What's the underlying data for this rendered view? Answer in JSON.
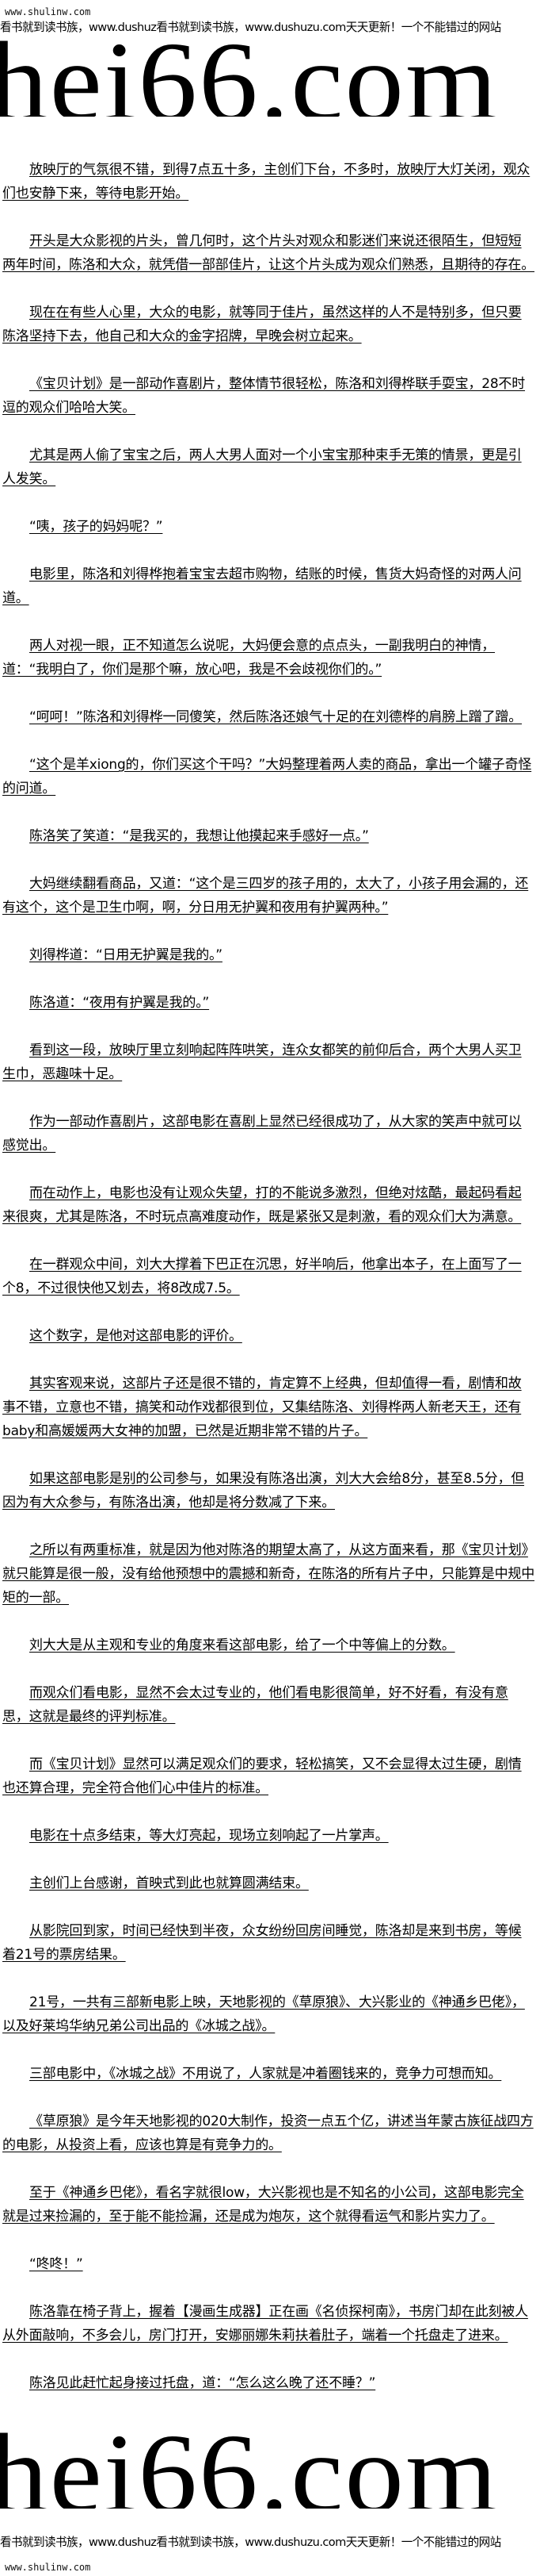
{
  "header": {
    "site_url": "www.shulinw.com",
    "banner": "看书就到读书族，www.dushuz看书就到读书族，www.dushuzu.com天天更新！一个不能错过的网站",
    "logo": "hei66.com"
  },
  "content": {
    "paragraphs": [
      "放映厅的气氛很不错，到得7点五十多，主创们下台，不多时，放映厅大灯关闭，观众们也安静下来，等待电影开始。",
      "开头是大众影视的片头，曾几何时，这个片头对观众和影迷们来说还很陌生，但短短两年时间，陈洛和大众，就凭借一部部佳片，让这个片头成为观众们熟悉，且期待的存在。",
      "现在在有些人心里，大众的电影，就等同于佳片，虽然这样的人不是特别多，但只要陈洛坚持下去，他自己和大众的金字招牌，早晚会树立起来。",
      "《宝贝计划》是一部动作喜剧片，整体情节很轻松，陈洛和刘得桦联手耍宝，28不时逗的观众们哈哈大笑。",
      "尤其是两人偷了宝宝之后，两人大男人面对一个小宝宝那种束手无策的情景，更是引人发笑。",
      "“咦，孩子的妈妈呢？”",
      "电影里，陈洛和刘得桦抱着宝宝去超市购物，结账的时候，售货大妈奇怪的对两人问道。",
      "两人对视一眼，正不知道怎么说呢，大妈便会意的点点头，一副我明白的神情，道：“我明白了，你们是那个嘛，放心吧，我是不会歧视你们的。”",
      "“呵呵！”陈洛和刘得桦一同傻笑，然后陈洛还娘气十足的在刘德桦的肩膀上蹭了蹭。",
      "“这个是羊xiong的，你们买这个干吗？”大妈整理着两人卖的商品，拿出一个罐子奇怪的问道。",
      "陈洛笑了笑道：“是我买的，我想让他摸起来手感好一点。”",
      "大妈继续翻看商品，又道：“这个是三四岁的孩子用的，太大了，小孩子用会漏的，还有这个，这个是卫生巾啊，啊，分日用无护翼和夜用有护翼两种。”",
      "刘得桦道：“日用无护翼是我的。”",
      "陈洛道：“夜用有护翼是我的。”",
      "看到这一段，放映厅里立刻响起阵阵哄笑，连众女都笑的前仰后合，两个大男人买卫生巾，恶趣味十足。",
      "作为一部动作喜剧片，这部电影在喜剧上显然已经很成功了，从大家的笑声中就可以感觉出。",
      "而在动作上，电影也没有让观众失望，打的不能说多激烈，但绝对炫酷，最起码看起来很爽，尤其是陈洛，不时玩点高难度动作，既是紧张又是刺激，看的观众们大为满意。",
      "在一群观众中间，刘大大撑着下巴正在沉思，好半响后，他拿出本子，在上面写了一个8，不过很快他又划去，将8改成7.5。",
      "这个数字，是他对这部电影的评价。",
      "其实客观来说，这部片子还是很不错的，肯定算不上经典，但却值得一看，剧情和故事不错，立意也不错，搞笑和动作戏都很到位，又集结陈洛、刘得桦两人新老天王，还有baby和高媛媛两大女神的加盟，已然是近期非常不错的片子。",
      "如果这部电影是别的公司参与，如果没有陈洛出演，刘大大会给8分，甚至8.5分，但因为有大众参与，有陈洛出演，他却是将分数减了下来。",
      "之所以有两重标准，就是因为他对陈洛的期望太高了，从这方面来看，那《宝贝计划》就只能算是很一般，没有给他预想中的震撼和新奇，在陈洛的所有片子中，只能算是中规中矩的一部。",
      "刘大大是从主观和专业的角度来看这部电影，给了一个中等偏上的分数。",
      "而观众们看电影，显然不会太过专业的，他们看电影很简单，好不好看，有没有意思，这就是最终的评判标准。",
      "而《宝贝计划》显然可以满足观众们的要求，轻松搞笑，又不会显得太过生硬，剧情也还算合理，完全符合他们心中佳片的标准。",
      "电影在十点多结束，等大灯亮起，现场立刻响起了一片掌声。",
      "主创们上台感谢，首映式到此也就算圆满结束。",
      "从影院回到家，时间已经快到半夜，众女纷纷回房间睡觉，陈洛却是来到书房，等候着21号的票房结果。",
      "21号，一共有三部新电影上映，天地影视的《草原狼》、大兴影业的《神通乡巴佬》，以及好莱坞华纳兄弟公司出品的《冰城之战》。",
      "三部电影中，《冰城之战》不用说了，人家就是冲着圈钱来的，竞争力可想而知。",
      "《草原狼》是今年天地影视的020大制作，投资一点五个亿，讲述当年蒙古族征战四方的电影，从投资上看，应该也算是有竞争力的。",
      "至于《神通乡巴佬》，看名字就很low，大兴影视也是不知名的小公司，这部电影完全就是过来捡漏的，至于能不能捡漏，还是成为炮灰，这个就得看运气和影片实力了。",
      "“咚咚！”",
      "陈洛靠在椅子背上，握着【漫画生成器】正在画《名侦探柯南》，书房门却在此刻被人从外面敲响，不多会儿，房门打开，安娜丽娜朱莉扶着肚子，端着一个托盘走了进来。",
      "陈洛见此赶忙起身接过托盘，道：“怎么这么晚了还不睡？”"
    ]
  }
}
